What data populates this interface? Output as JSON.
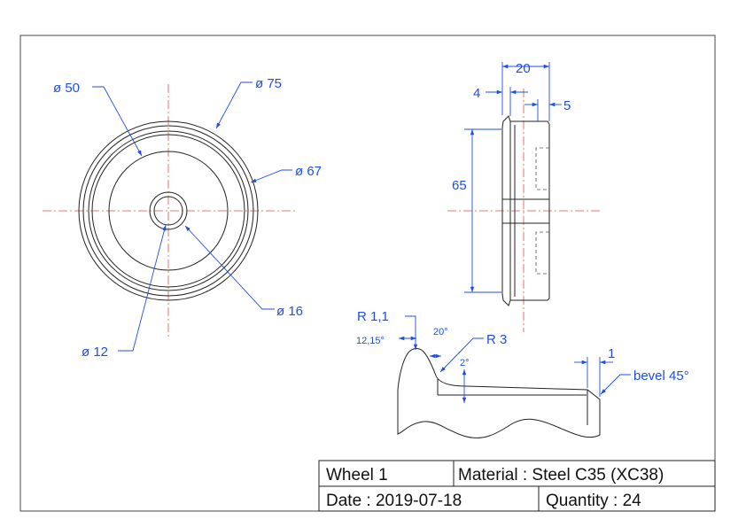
{
  "front_view": {
    "dims": {
      "d50": "ø 50",
      "d75": "ø 75",
      "d67": "ø 67",
      "d16": "ø 16",
      "d12": "ø 12"
    }
  },
  "side_view": {
    "dims": {
      "w20": "20",
      "w4": "4",
      "w5": "5",
      "h65": "65"
    }
  },
  "detail_view": {
    "labels": {
      "r11": "R 1,1",
      "a1215": "12,15°",
      "a20": "20°",
      "r3": "R 3",
      "a2": "2°",
      "w1": "1",
      "bevel": "bevel 45°"
    }
  },
  "title_block": {
    "part": "Wheel 1",
    "material": "Material : Steel C35 (XC38)",
    "date": "Date : 2019-07-18",
    "quantity": "Quantity : 24"
  }
}
